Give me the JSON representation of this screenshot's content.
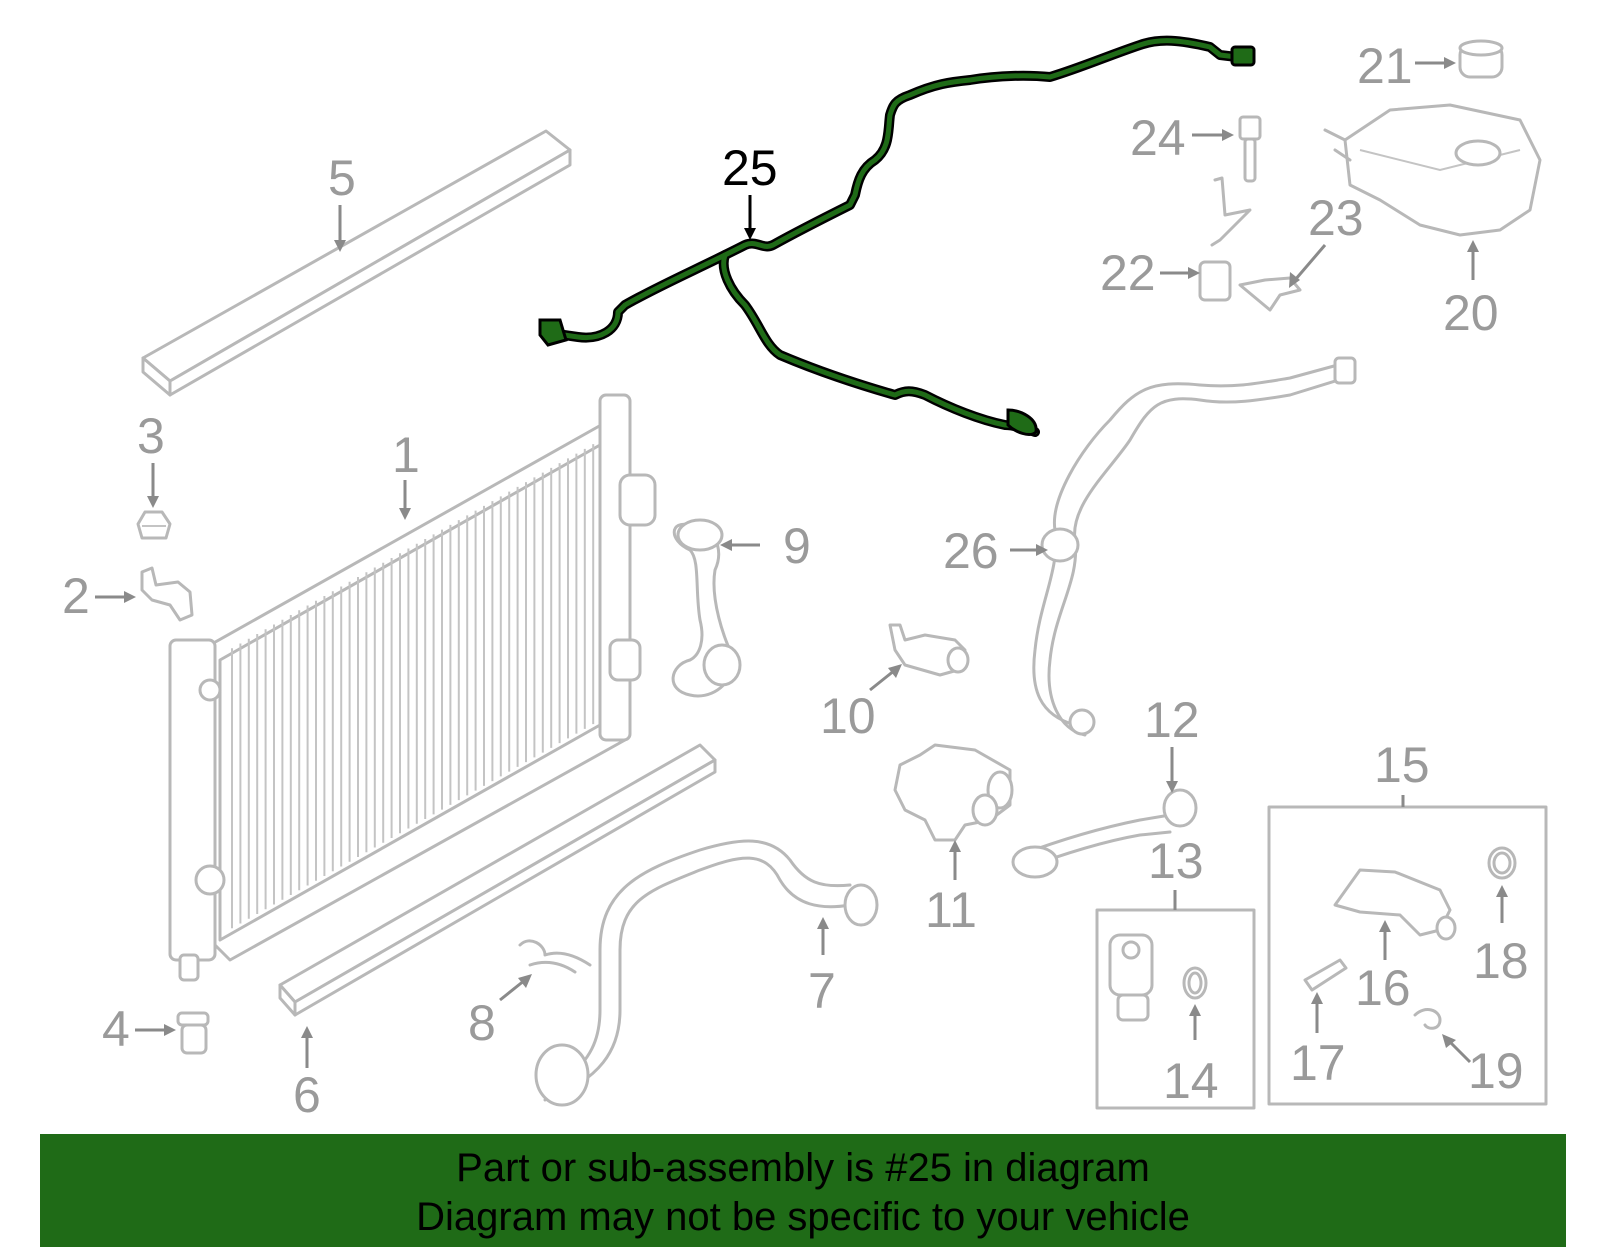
{
  "highlight_color": "#1f6b17",
  "banner": {
    "line1": "Part or sub-assembly is #25 in diagram",
    "line2": "Diagram may not be specific to your vehicle"
  },
  "callouts": {
    "n1": "1",
    "n2": "2",
    "n3": "3",
    "n4": "4",
    "n5": "5",
    "n6": "6",
    "n7": "7",
    "n8": "8",
    "n9": "9",
    "n10": "10",
    "n11": "11",
    "n12": "12",
    "n13": "13",
    "n14": "14",
    "n15": "15",
    "n16": "16",
    "n17": "17",
    "n18": "18",
    "n19": "19",
    "n20": "20",
    "n21": "21",
    "n22": "22",
    "n23": "23",
    "n24": "24",
    "n25": "25",
    "n26": "26"
  },
  "highlighted_part": "25"
}
